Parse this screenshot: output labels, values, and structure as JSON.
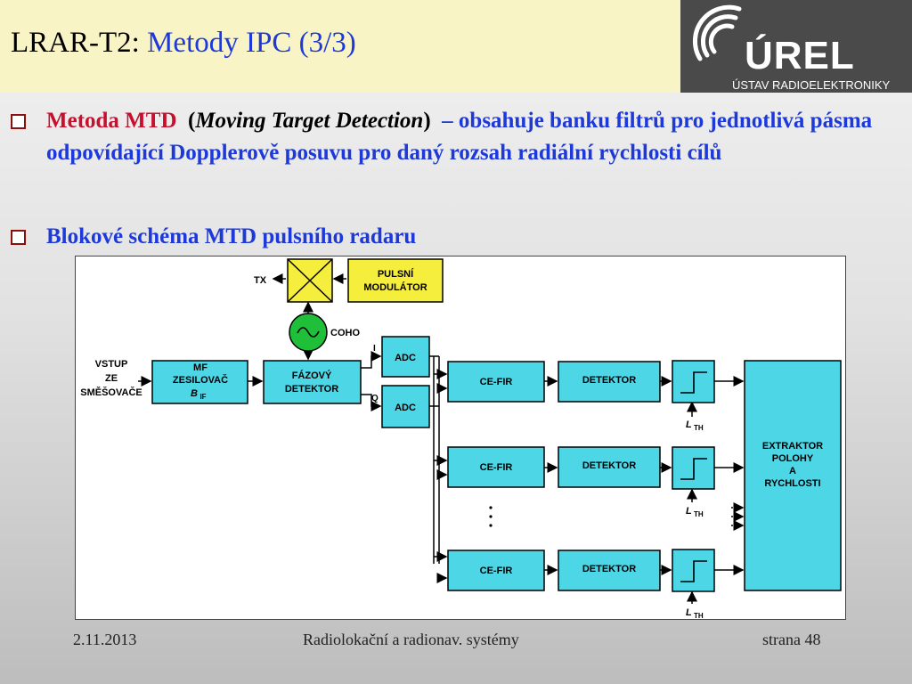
{
  "header": {
    "title_prefix": "LRAR-T2:",
    "title_main": "Metody IPC (3/3)"
  },
  "logo": {
    "name": "ÚREL",
    "subtitle": "ÚSTAV RADIOELEKTRONIKY"
  },
  "bullets": [
    {
      "lead": "Metoda MTD",
      "paren_open": "(",
      "italic": "Moving Target Detection",
      "paren_close": ")",
      "rest": "– obsahuje banku filtrů pro jednotlivá pásma odpovídající Dopplerově posuvu pro daný rozsah radiální rychlosti cílů"
    },
    {
      "text": "Blokové schéma MTD pulsního radaru"
    }
  ],
  "diagram": {
    "tx": "TX",
    "pulse_modulator": [
      "PULSNÍ",
      "MODULÁTOR"
    ],
    "coho": "COHO",
    "input": [
      "VSTUP",
      "ZE",
      "SMĚŠOVAČE"
    ],
    "if_amp": [
      "MF",
      "ZESILOVAČ"
    ],
    "bif": "B",
    "bif_sub": "IF",
    "phase_detector": [
      "FÁZOVÝ",
      "DETEKTOR"
    ],
    "i": "I",
    "q": "Q",
    "adc": "ADC",
    "cefir": "CE-FIR",
    "detector": "DETEKTOR",
    "lth": "L",
    "lth_sub": "TH",
    "extractor": [
      "EXTRAKTOR",
      "POLOHY",
      "A",
      "RYCHLOSTI"
    ],
    "colors": {
      "block_fill": "#4dd6e6",
      "modulator_fill": "#f6ee3c",
      "coho_fill": "#1fbf3a",
      "line": "#000000"
    }
  },
  "footer": {
    "date": "2.11.2013",
    "course": "Radiolokační a radionav. systémy",
    "page": "strana 48"
  }
}
